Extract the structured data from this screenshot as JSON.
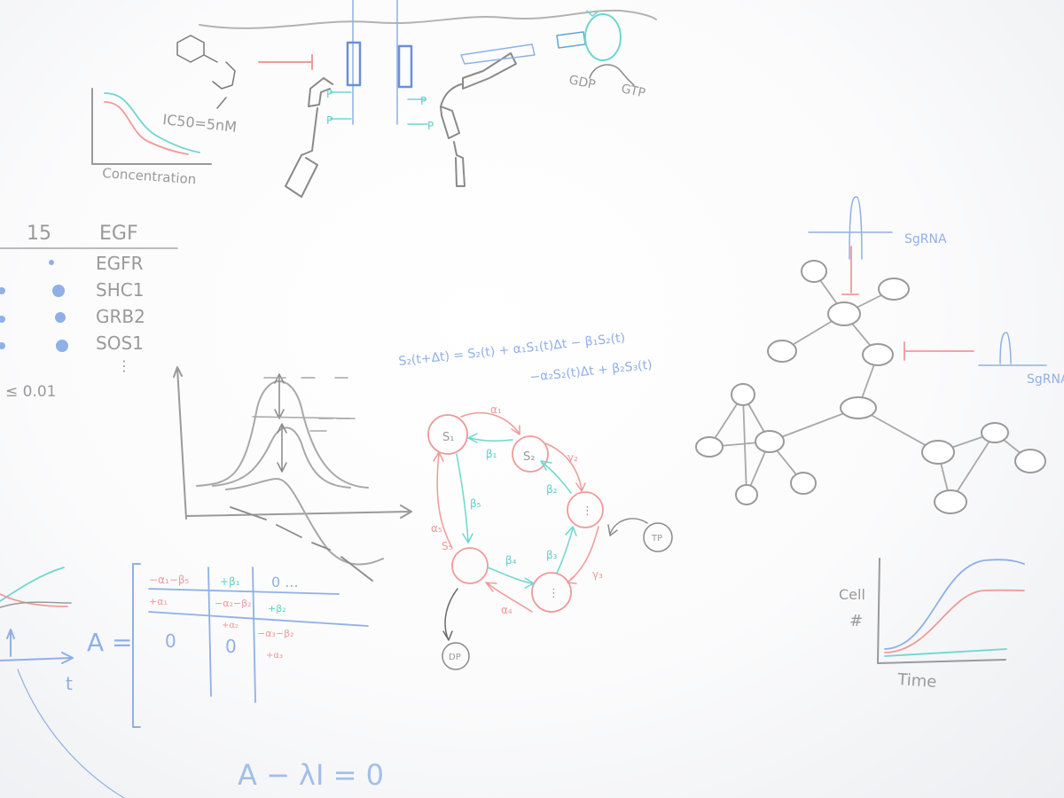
{
  "colors": {
    "gray": "#a3a3a3",
    "blue": "#8fb0e6",
    "red": "#ef9a9a",
    "teal": "#6fd6cf"
  },
  "dose_response": {
    "ic50_label": "IC50=5nM",
    "xlabel": "Concentration"
  },
  "gtpase": {
    "gdp": "GDP",
    "gtp": "GTP"
  },
  "phospho": {
    "p_label": "P"
  },
  "gene_table": {
    "header_number": "15",
    "header_ligand": "EGF",
    "genes": [
      "EGFR",
      "SHC1",
      "GRB2",
      "SOS1"
    ],
    "ellipsis": "⋮",
    "threshold": "≤ 0.01"
  },
  "equation": {
    "line1": "S₂(t+Δt) = S₂(t) + α₁S₁(t)Δt − β₁S₂(t)",
    "line2": "−α₂S₂(t)Δt + β₂S₃(t)"
  },
  "cycle": {
    "states": [
      "S₁",
      "S₂",
      "⋮",
      "⋮",
      "S₅"
    ],
    "alpha1": "α₁",
    "beta1": "β₁",
    "gamma2": "γ₂",
    "beta2": "β₂",
    "beta3": "β₃",
    "gamma3": "γ₃",
    "beta4": "β₄",
    "alpha4": "α₄",
    "beta5": "β₅",
    "alpha5": "α₅",
    "tp": "TP",
    "dp": "DP"
  },
  "network": {
    "sgrna_top": "SgRNA",
    "sgrna_right": "SgRNA"
  },
  "growth": {
    "ylabel_line1": "Cell",
    "ylabel_line2": "#",
    "xlabel": "Time"
  },
  "matrix": {
    "lhs": "A =",
    "r1c1": "−α₁−β₅",
    "r1c2": "+β₁",
    "r1c3": "0 ...",
    "r2c1": "+α₁",
    "r2c2": "−α₂−β₂",
    "r2c3": "+β₂",
    "r3c1": "0",
    "r3c2a": "+α₂",
    "r3c2": "0",
    "r3c3": "−α₃−β₂",
    "r3c3b": "+α₃"
  },
  "eigen": {
    "equation": "A − λI = 0"
  },
  "timeplot": {
    "xlabel": "t"
  }
}
